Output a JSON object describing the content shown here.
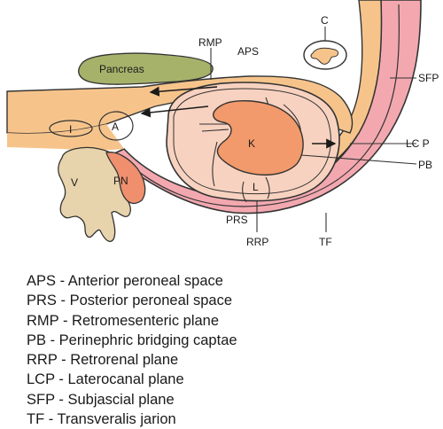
{
  "colors": {
    "fat_tan": "#f6c48b",
    "kidney_pink": "#f8d2c0",
    "kidney": "#f29a6b",
    "muscle_pink": "#f3a8b0",
    "pancreas_green": "#a6b26a",
    "vertebra_beige": "#e7d3ac",
    "psoas_red": "#ef8f6d",
    "outline": "#333333",
    "arrow": "#1a1a1a"
  },
  "labels": {
    "pancreas": "Pancreas",
    "rmp": "RMP",
    "aps": "APS",
    "c": "C",
    "sfp": "SFP",
    "i": "I",
    "a": "A",
    "k": "K",
    "lcp": "LC P",
    "pb": "PB",
    "v": "V",
    "pn": "PN",
    "l": "L",
    "prs": "PRS",
    "rrp": "RRP",
    "tf": "TF"
  },
  "legend": [
    "APS - Anterior peroneal space",
    "PRS - Posterior peroneal space",
    "RMP - Retromesenteric plane",
    "PB - Perinephric bridging captae",
    "RRP - Retrorenal plane",
    "LCP - Laterocanal plane",
    "SFP - Subjascial plane",
    "TF - Transveralis jarion"
  ]
}
